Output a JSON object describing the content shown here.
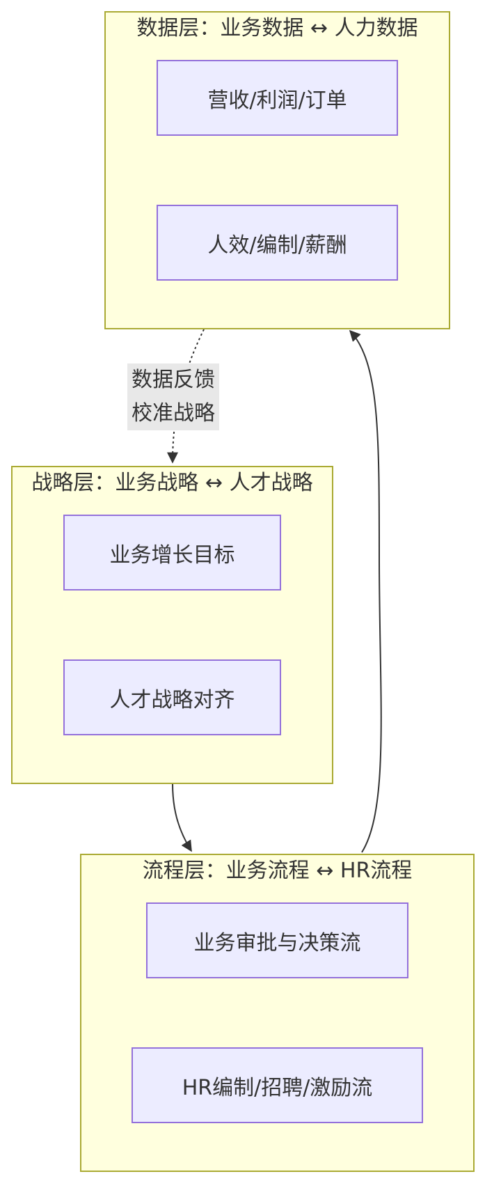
{
  "clusters": {
    "data_layer": {
      "title": "数据层：业务数据 ↔ 人力数据",
      "nodes": [
        "营收/利润/订单",
        "人效/编制/薪酬"
      ]
    },
    "strategy_layer": {
      "title": "战略层：业务战略 ↔ 人才战略",
      "nodes": [
        "业务增长目标",
        "人才战略对齐"
      ]
    },
    "process_layer": {
      "title": "流程层：业务流程 ↔ HR流程",
      "nodes": [
        "业务审批与决策流",
        "HR编制/招聘/激励流"
      ]
    }
  },
  "edges": {
    "feedback_label_line1": "数据反馈",
    "feedback_label_line2": "校准战略"
  },
  "colors": {
    "cluster_fill": "#ffffde",
    "cluster_border": "#aaaa33",
    "node_fill": "#ececff",
    "node_border": "#9370db",
    "edge": "#333333",
    "label_bg": "#e8e8e8"
  }
}
